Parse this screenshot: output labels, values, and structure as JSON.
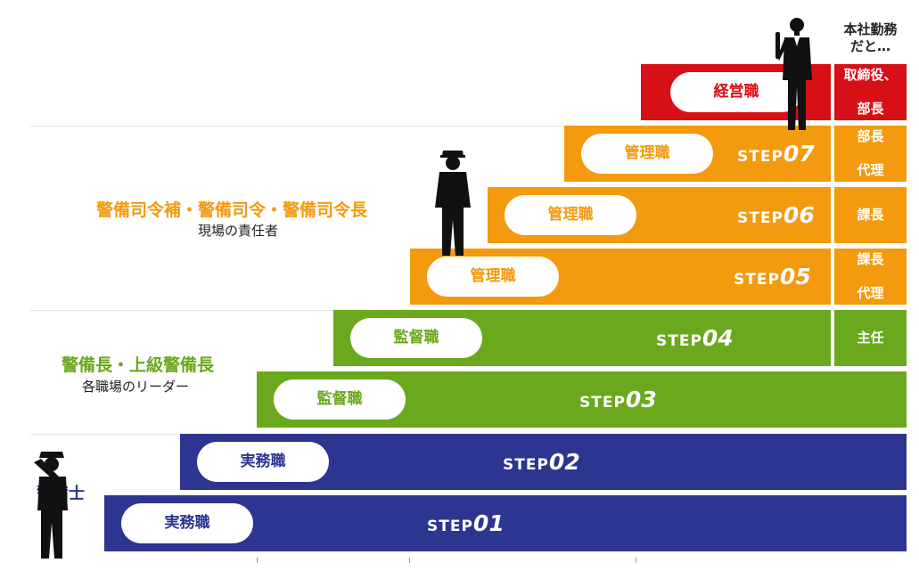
{
  "header": {
    "line1": "本社勤務",
    "line2": "だと…"
  },
  "groups": {
    "managers": {
      "title": "警備司令補・警備司令・警備司令長",
      "subtitle": "現場の責任者"
    },
    "leaders": {
      "title": "警備長・上級警備長",
      "subtitle": "各職場のリーダー"
    },
    "guard": {
      "title": "警備士"
    }
  },
  "steps": [
    {
      "role": "実務職",
      "word": "STEP",
      "num": "01"
    },
    {
      "role": "実務職",
      "word": "STEP",
      "num": "02"
    },
    {
      "role": "監督職",
      "word": "STEP",
      "num": "03"
    },
    {
      "role": "監督職",
      "word": "STEP",
      "num": "04"
    },
    {
      "role": "管理職",
      "word": "STEP",
      "num": "05"
    },
    {
      "role": "管理職",
      "word": "STEP",
      "num": "06"
    },
    {
      "role": "管理職",
      "word": "STEP",
      "num": "07"
    }
  ],
  "executive": {
    "role": "経営職"
  },
  "side_labels": {
    "exec": {
      "l1": "取締役、",
      "l2": "部長"
    },
    "s07": {
      "l1": "部長",
      "l2": "代理"
    },
    "s06": {
      "l1": "課長"
    },
    "s05": {
      "l1": "課長",
      "l2": "代理"
    },
    "s04": {
      "l1": "主任"
    }
  },
  "colors": {
    "navy": "#2c3590",
    "green": "#6aa81d",
    "orange": "#f39a0f",
    "red": "#d70f16",
    "text": "#222222"
  },
  "icons": [
    "businessman-icon",
    "police-officer-icon",
    "saluting-guard-icon"
  ]
}
